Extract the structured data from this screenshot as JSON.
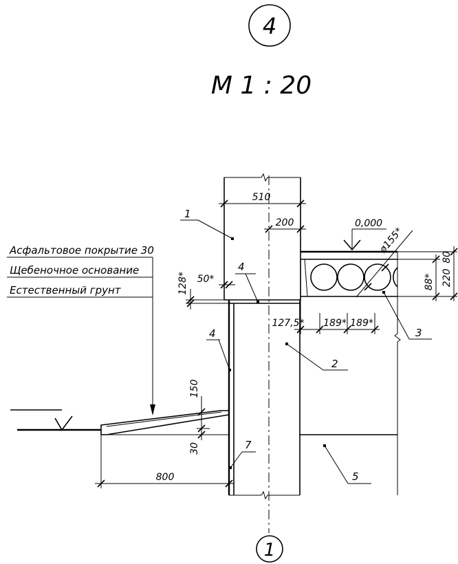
{
  "view_number": "4",
  "scale_label": "М 1 : 20",
  "axis_label": "1",
  "layers": [
    "Асфальтовое покрытие 30",
    "Щебеночное основание",
    "Естественный грунт"
  ],
  "elevation": "0,000",
  "dimensions": {
    "wall_width": "510",
    "axis_offset": "200",
    "ledge": "50*",
    "ledge_height": "128*",
    "slab_height": "220",
    "slab_top": "80",
    "slab_void": "88*",
    "hole_dia": "ø155*",
    "offset_left": "127,5*",
    "pitch_1": "189*",
    "pitch_2": "189*",
    "paving_height": "150",
    "paving_base": "30",
    "paving_width": "800"
  },
  "callouts": [
    "1",
    "2",
    "3",
    "4",
    "4",
    "5",
    "7"
  ]
}
